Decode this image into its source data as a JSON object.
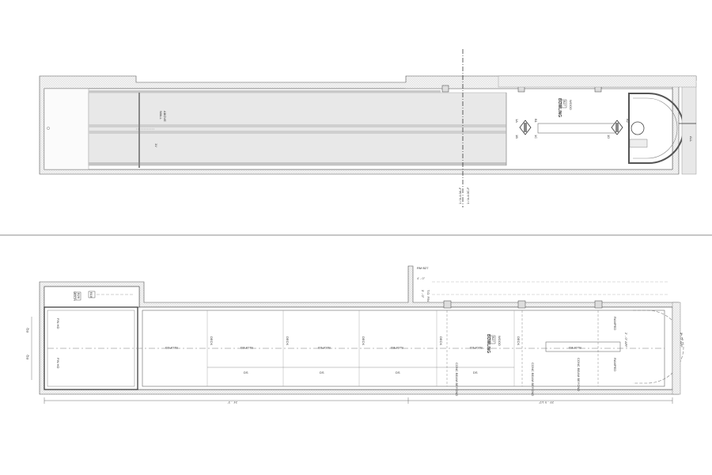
{
  "plan_upper": {
    "room_name": "BOWLING",
    "room_number": "B27",
    "floor_finish": "WOOD",
    "wall_note_1": "WALL",
    "wall_note_2": "ABOVE",
    "tag_1a": "1A",
    "tag_1b": "1B",
    "tag_1c": "1C",
    "tag_1d": "1D",
    "tag_b1": "B1",
    "tag_b2": "B2",
    "tag_1v": "1V",
    "section_ref_1": "1 / A-4.0A-F",
    "section_ref_2": "1 / A-4.0C-F",
    "edge_label": "ALL"
  },
  "plan_lower": {
    "room_name": "BOWLING",
    "room_number": "B27",
    "floor_finish": "WOOD",
    "mech_label": "MECH",
    "mech_number": "B26",
    "side_tag": "B18",
    "eq_1": "EQ",
    "eq_2": "EQ",
    "fin_label_1": "FIN HD",
    "fin_label_2": "FIN HD",
    "deck_labels": [
      "DECK",
      "DECK",
      "DECK",
      "DECK",
      "DECK"
    ],
    "slope_labels": [
      "SLOPED",
      "SLOPED",
      "SLOPED",
      "SLOPED",
      "SLOPED",
      "SLOPED"
    ],
    "ds_labels": [
      "DS",
      "DS",
      "DS",
      "DS"
    ],
    "conc_beam_1": "CONC BEAM BEYOND",
    "conc_beam_2": "CONC BEAM BEYOND",
    "conc_beam_3": "CONC BEAM BEYOND",
    "ramp_1": "RAMPED",
    "ramp_2": "RAMPED",
    "elev_1": "2' - 0\" AFF",
    "elev_2": "3' - 0\" AFF",
    "elev_top": "3' - 0\"",
    "tos_label": "T.O. FIN",
    "dim_left": "24' - 3\"",
    "dim_right": "29' - 9 1/2\"",
    "dim_top": "4' - 0\"",
    "top_note": "RM B27"
  }
}
